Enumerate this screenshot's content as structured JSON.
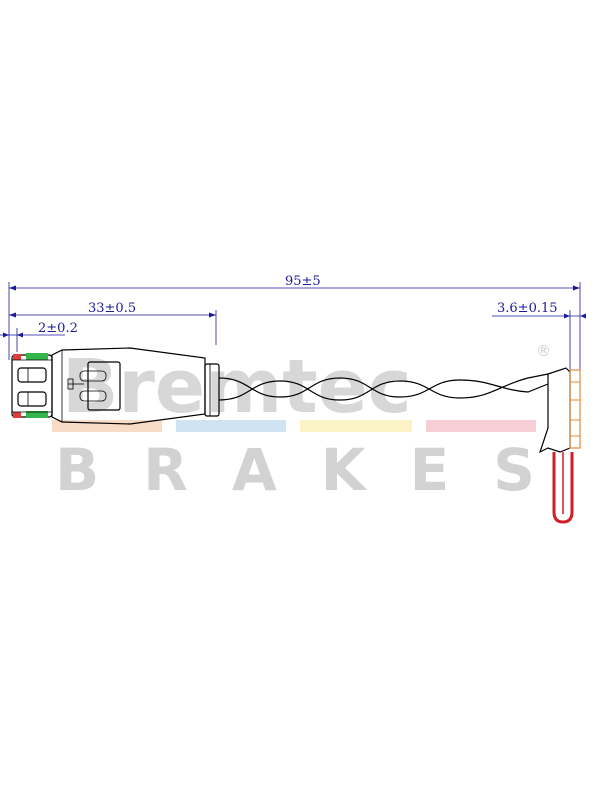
{
  "dimensions": {
    "overall": "95±5",
    "connector_length": "33±0.5",
    "front_offset": "2±0.2",
    "sensor_thickness": "3.6±0.15"
  },
  "watermark": {
    "brand": "Bremtec",
    "registered": "®",
    "sub": "BRAKES",
    "stripe_colors": [
      "#f7dcc8",
      "#cfe3f3",
      "#fbf3c6",
      "#f6cfd6"
    ]
  },
  "colors": {
    "dimension": "#1a1a9a",
    "seal_green": "#36b54a",
    "seal_red": "#e23c3c",
    "sensor_orange": "#e6893a",
    "probe_red": "#d01f2a"
  }
}
